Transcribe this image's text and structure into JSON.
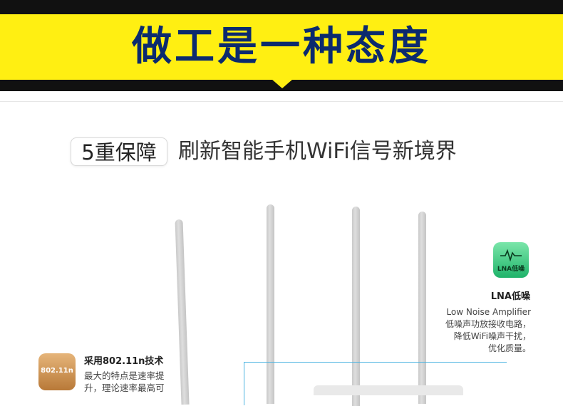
{
  "banner": {
    "title": "做工是一种态度",
    "colors": {
      "yellow": "#ffef12",
      "dark": "#111111",
      "title": "#0b2a6e"
    }
  },
  "headline": {
    "badge": "5重保障",
    "text": "刷新智能手机WiFi信号新境界"
  },
  "features": [
    {
      "icon": "lna-waveform-icon",
      "badge_text": "LNA低噪",
      "title": "LNA低噪",
      "desc_lines": [
        "Low Noise Amplifier",
        "低噪声功放接收电路，",
        "降低WiFi噪声干扰，",
        "优化质量。"
      ]
    },
    {
      "icon": "wifi-80211n-icon",
      "badge_text": "802.11n",
      "title": "采用802.11n技术",
      "desc_lines": [
        "最大的特点是速率提",
        "升，理论速率最高可"
      ]
    }
  ]
}
